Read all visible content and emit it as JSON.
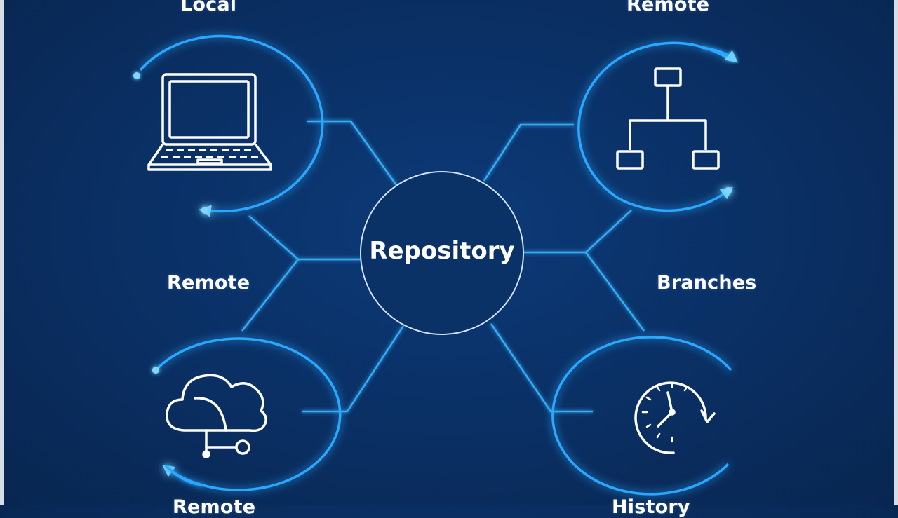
{
  "center": {
    "label": "Repository"
  },
  "labels": {
    "top_left": "Local",
    "top_right": "Remote",
    "mid_left": "Remote",
    "mid_right": "Branches",
    "bottom_left": "Remote",
    "bottom_right": "History"
  },
  "nodes": [
    {
      "name": "laptop-node",
      "icon": "laptop-icon"
    },
    {
      "name": "hierarchy-node",
      "icon": "hierarchy-tree-icon"
    },
    {
      "name": "cloud-node",
      "icon": "cloud-branch-icon"
    },
    {
      "name": "history-node",
      "icon": "clock-history-icon"
    }
  ],
  "colors": {
    "background": "#0a2f63",
    "glow": "#2aa8ff",
    "line": "#38b4ff",
    "icon": "#ffffff"
  }
}
